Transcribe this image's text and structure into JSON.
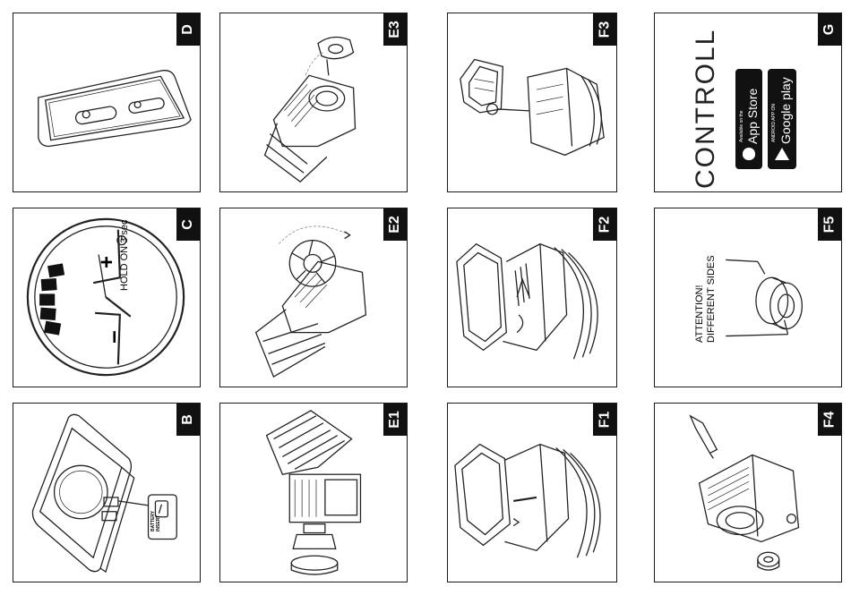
{
  "panels": {
    "B": {
      "label": "B",
      "battery_text": "BATTERY\nINSERT"
    },
    "C": {
      "label": "C",
      "hold_text": "HOLD ON 3  sec",
      "plus": "+",
      "minus": "–"
    },
    "D": {
      "label": "D"
    },
    "E1": {
      "label": "E1"
    },
    "E2": {
      "label": "E2"
    },
    "E3": {
      "label": "E3"
    },
    "F1": {
      "label": "F1"
    },
    "F2": {
      "label": "F2"
    },
    "F3": {
      "label": "F3"
    },
    "F4": {
      "label": "F4"
    },
    "F5": {
      "label": "F5",
      "attention_line1": "ATTENTION!",
      "attention_line2": "DIFFERENT SIDES"
    },
    "G": {
      "label": "G",
      "brand_name": "CONTROLL",
      "appstore_small": "Available on the",
      "appstore_big": "App Store",
      "googleplay_small": "ANDROID APP ON",
      "googleplay_big": "Google play"
    }
  },
  "icons": [
    "power-icon",
    "battery-icon",
    "apple-icon",
    "play-icon"
  ]
}
